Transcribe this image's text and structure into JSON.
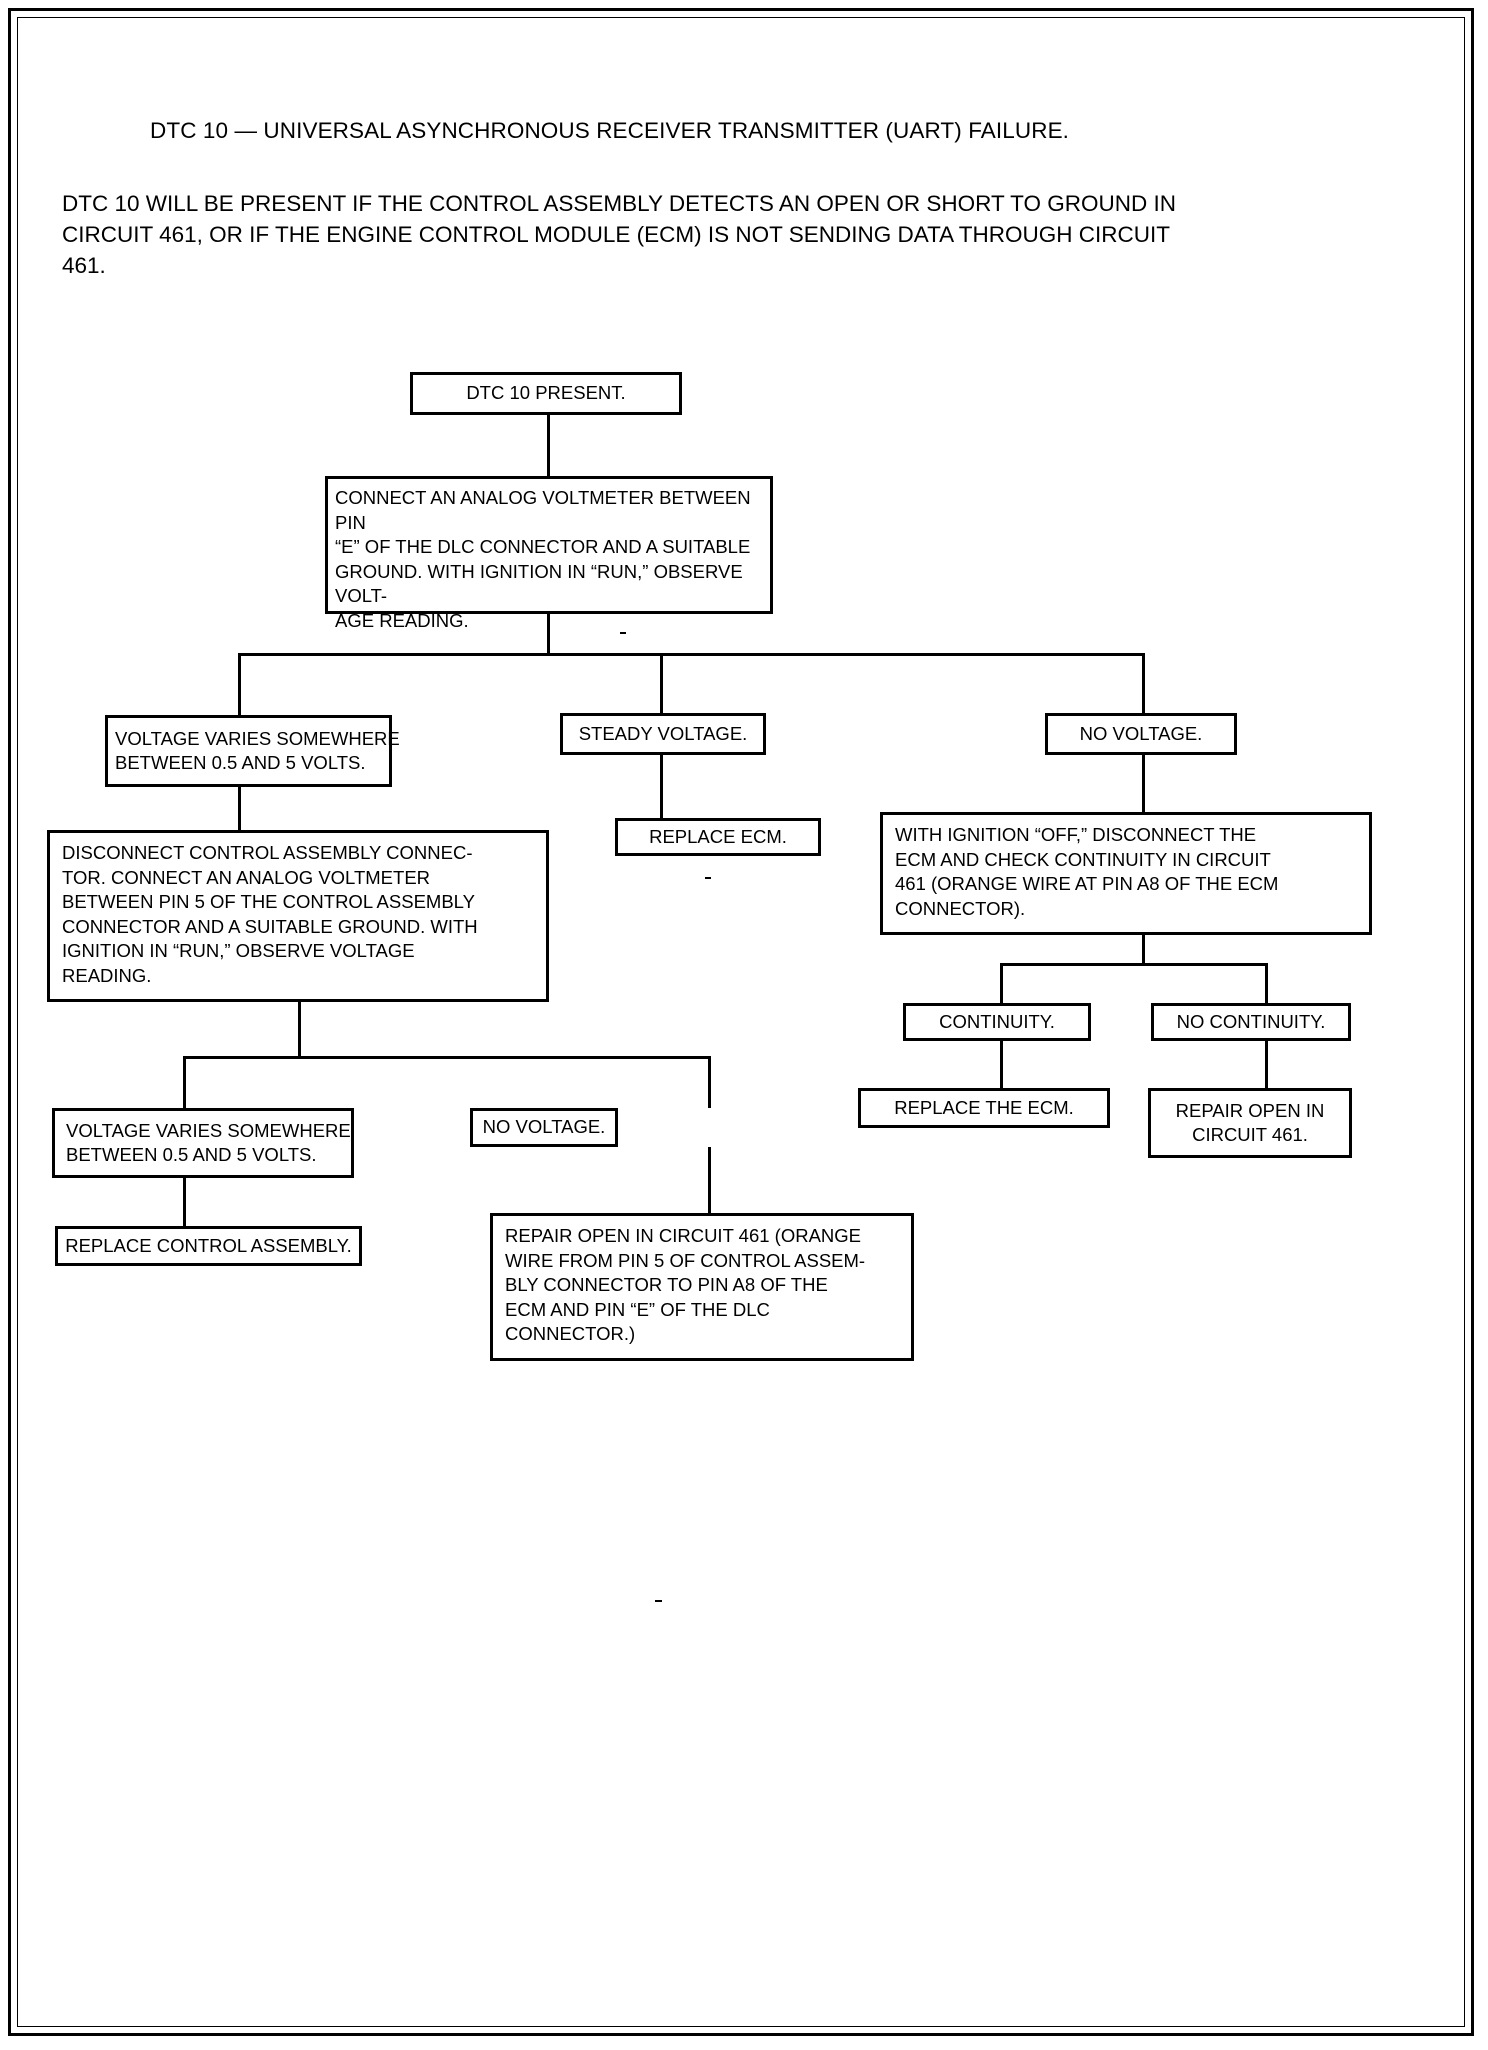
{
  "document": {
    "title": "DTC 10 — UNIVERSAL ASYNCHRONOUS RECEIVER TRANSMITTER (UART) FAILURE.",
    "intro": "DTC 10 WILL BE PRESENT IF THE CONTROL ASSEMBLY DETECTS AN OPEN OR SHORT TO GROUND IN CIRCUIT 461, OR IF THE ENGINE CONTROL MODULE (ECM) IS NOT SENDING DATA THROUGH CIRCUIT 461."
  },
  "flowchart": {
    "start": {
      "label": "DTC 10 PRESENT."
    },
    "step_voltmeter_dlc": {
      "line1": "CONNECT AN ANALOG VOLTMETER BETWEEN PIN",
      "line2": "“E” OF THE DLC CONNECTOR AND A SUITABLE",
      "line3": "GROUND. WITH IGNITION IN “RUN,” OBSERVE VOLT-",
      "line4": "AGE READING."
    },
    "branch_varies_1": {
      "line1": "VOLTAGE VARIES SOMEWHERE",
      "line2": "BETWEEN 0.5 AND 5 VOLTS."
    },
    "branch_steady": {
      "label": "STEADY VOLTAGE."
    },
    "branch_no_voltage": {
      "label": "NO VOLTAGE."
    },
    "replace_ecm_1": {
      "label": "REPLACE ECM."
    },
    "step_disconnect_control": {
      "line1": "DISCONNECT CONTROL ASSEMBLY CONNEC-",
      "line2": "TOR. CONNECT AN ANALOG VOLTMETER",
      "line3": "BETWEEN PIN 5 OF THE CONTROL ASSEMBLY",
      "line4": "CONNECTOR AND A SUITABLE GROUND. WITH",
      "line5": "IGNITION IN “RUN,” OBSERVE VOLTAGE",
      "line6": "READING."
    },
    "step_check_continuity": {
      "line1": "WITH IGNITION “OFF,” DISCONNECT THE",
      "line2": "ECM AND CHECK CONTINUITY IN CIRCUIT",
      "line3": "461 (ORANGE WIRE AT PIN A8 OF THE ECM",
      "line4": "CONNECTOR)."
    },
    "branch_continuity": {
      "label": "CONTINUITY."
    },
    "branch_no_continuity": {
      "label": "NO CONTINUITY."
    },
    "replace_the_ecm": {
      "label": "REPLACE THE ECM."
    },
    "repair_open_461_short": {
      "line1": "REPAIR OPEN IN",
      "line2": "CIRCUIT 461."
    },
    "branch_varies_2": {
      "line1": "VOLTAGE VARIES SOMEWHERE",
      "line2": "BETWEEN 0.5 AND 5 VOLTS."
    },
    "branch_no_voltage_2": {
      "label": "NO VOLTAGE."
    },
    "replace_control_assembly": {
      "label": "REPLACE CONTROL ASSEMBLY."
    },
    "repair_open_461_long": {
      "line1": "REPAIR OPEN IN CIRCUIT 461 (ORANGE",
      "line2": "WIRE FROM PIN 5 OF CONTROL ASSEM-",
      "line3": "BLY CONNECTOR TO PIN A8 OF THE",
      "line4": "ECM AND PIN “E” OF THE DLC",
      "line5": "CONNECTOR.)"
    }
  }
}
